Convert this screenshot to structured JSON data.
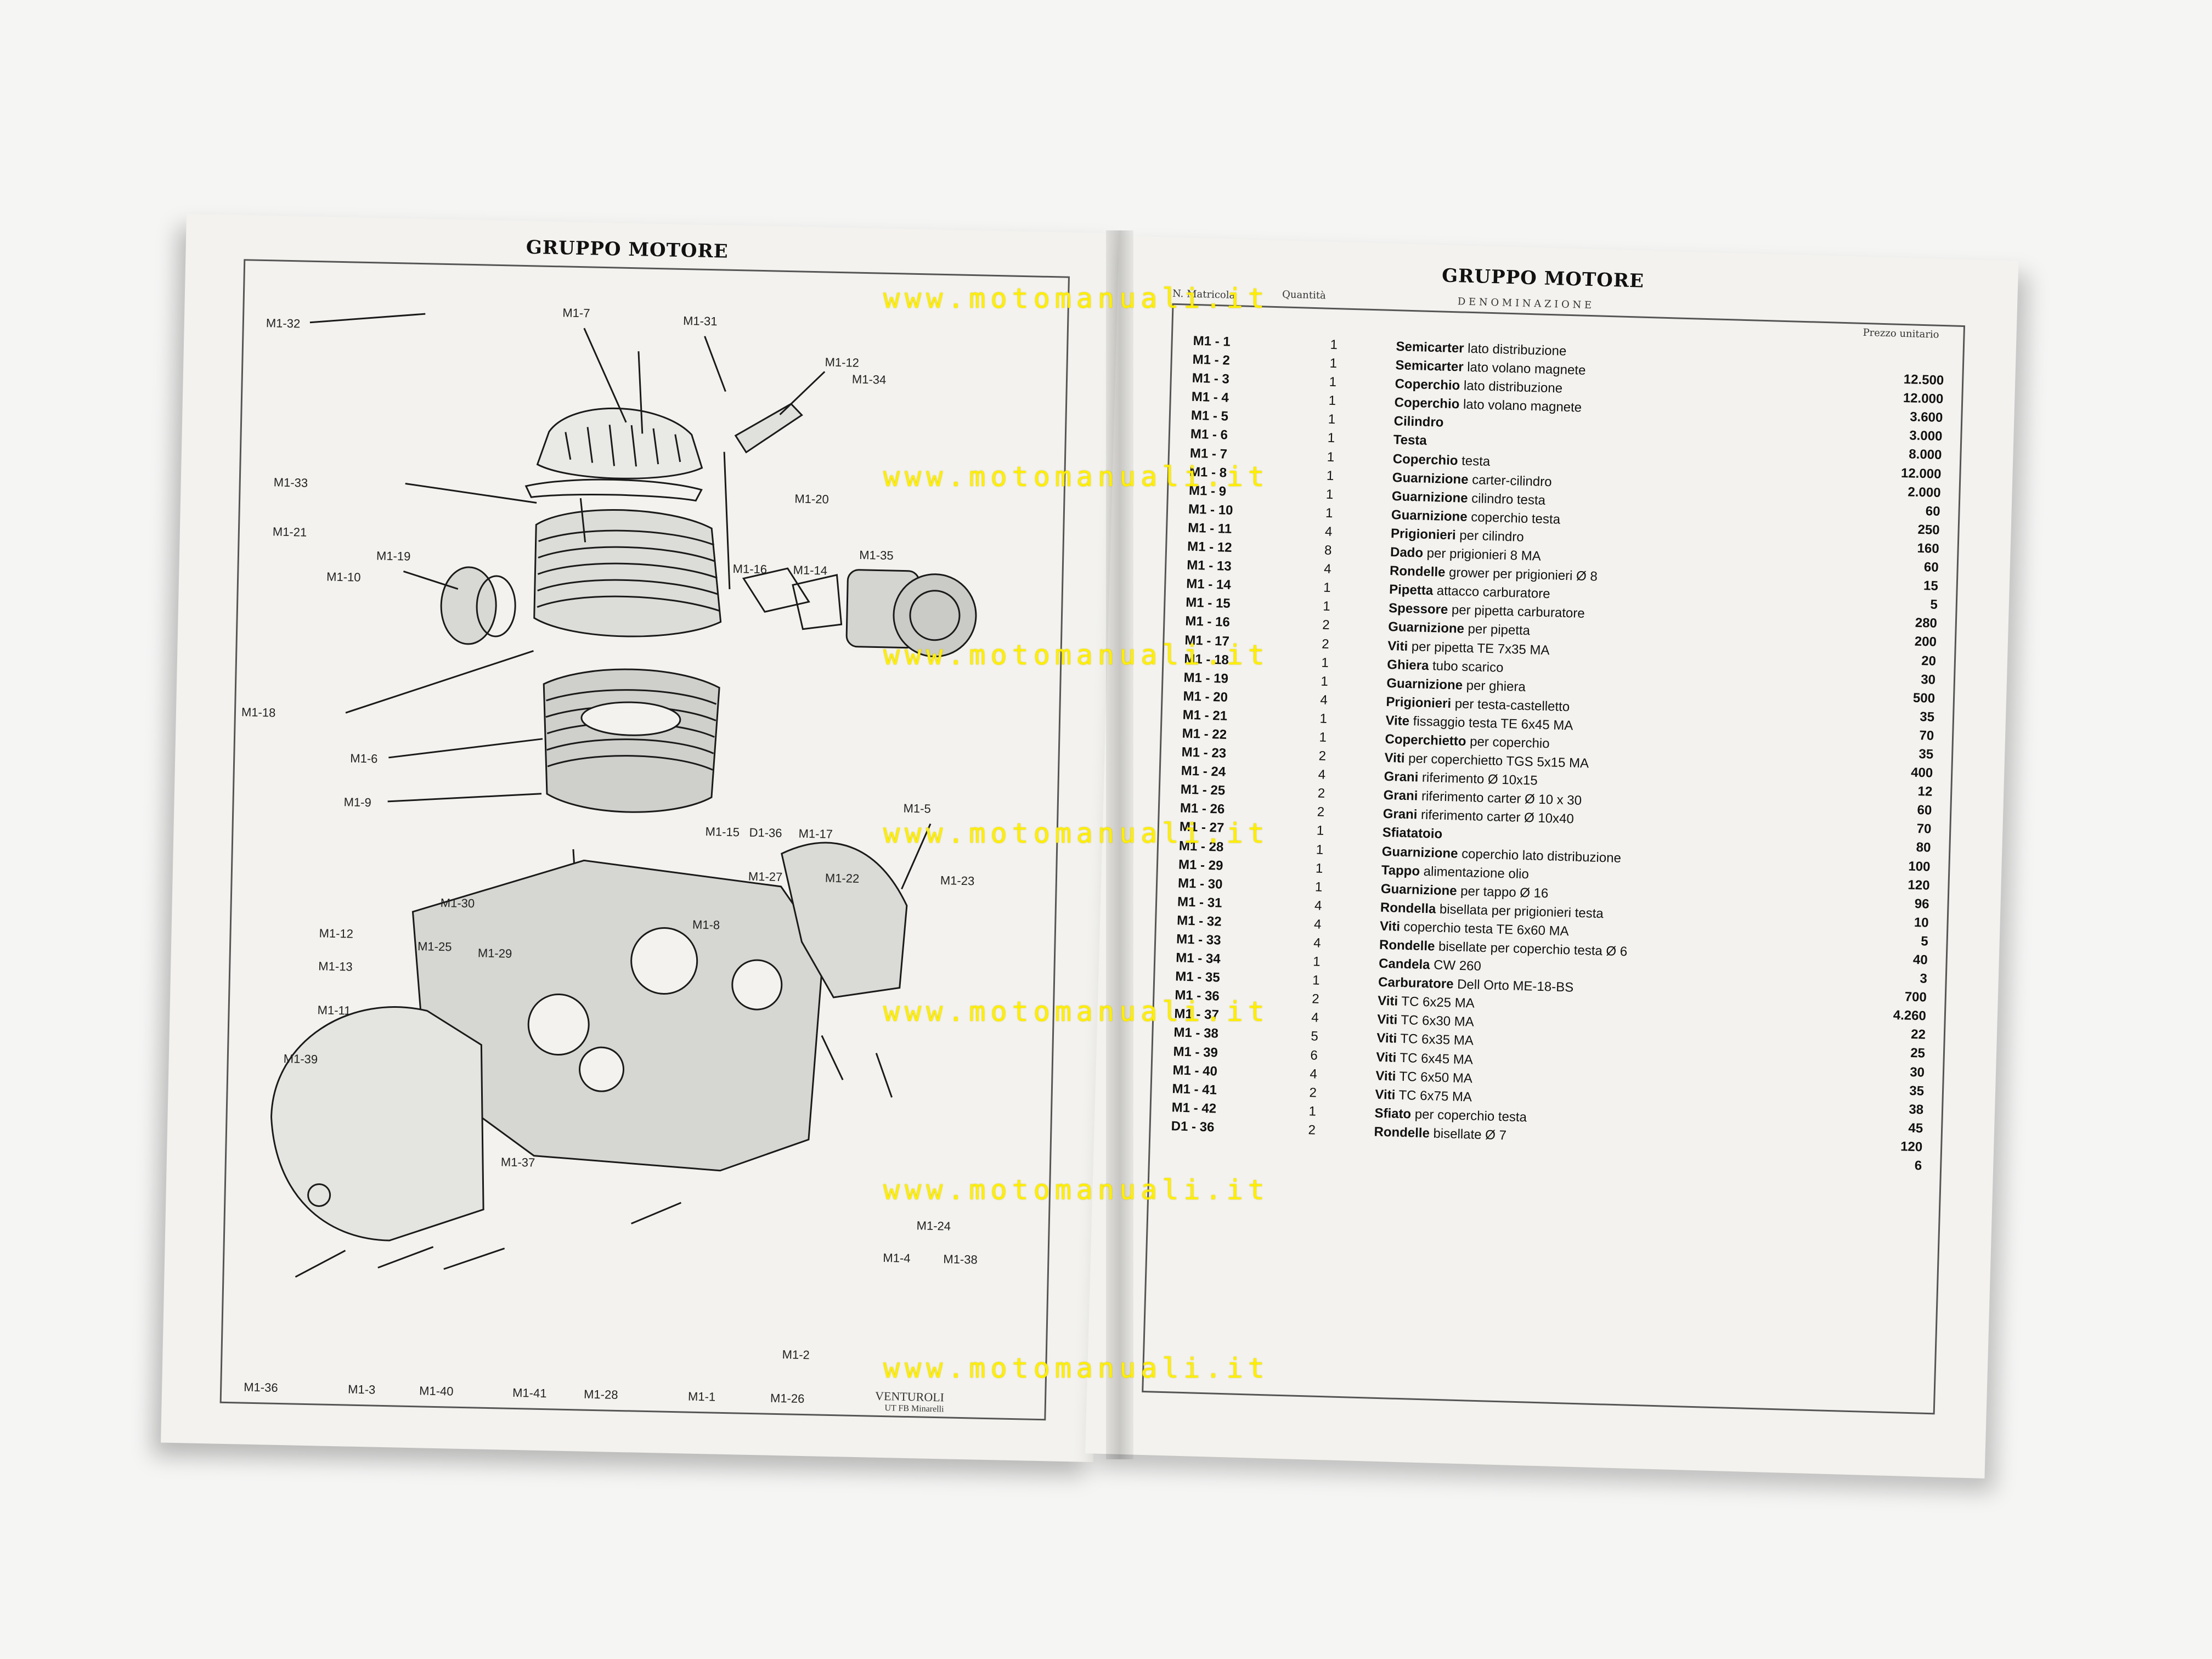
{
  "left_page": {
    "title": "GRUPPO MOTORE",
    "signature_line1": "VENTUROLI",
    "signature_line2": "UT FB Minarelli",
    "callouts": [
      "M1-32",
      "M1-7",
      "M1-31",
      "M1-12",
      "M1-34",
      "M1-33",
      "M1-21",
      "M1-20",
      "M1-10",
      "M1-19",
      "M1-16",
      "M1-14",
      "M1-35",
      "M1-18",
      "M1-6",
      "M1-9",
      "M1-15",
      "D1-36",
      "M1-17",
      "M1-5",
      "M1-27",
      "M1-22",
      "M1-23",
      "M1-8",
      "M1-12",
      "M1-30",
      "M1-13",
      "M1-25",
      "M1-29",
      "M1-11",
      "M1-39",
      "M1-37",
      "M1-24",
      "M1-4",
      "M1-38",
      "M1-2",
      "M1-36",
      "M1-3",
      "M1-40",
      "M1-41",
      "M1-28",
      "M1-1",
      "M1-26"
    ]
  },
  "right_page": {
    "title": "GRUPPO MOTORE",
    "header_code": "N. Matricola",
    "header_qty": "Quantità",
    "header_name": "D E N O M I N A Z I O N E",
    "header_price": "Prezzo unitario",
    "rows": [
      {
        "code": "M1 - 1",
        "qty": "1",
        "bold": "Semicarter",
        "rest": "lato distribuzione",
        "price": ""
      },
      {
        "code": "M1 - 2",
        "qty": "1",
        "bold": "Semicarter",
        "rest": "lato volano magnete",
        "price": "12.500"
      },
      {
        "code": "M1 - 3",
        "qty": "1",
        "bold": "Coperchio",
        "rest": "lato distribuzione",
        "price": "12.000"
      },
      {
        "code": "M1 - 4",
        "qty": "1",
        "bold": "Coperchio",
        "rest": "lato volano magnete",
        "price": "3.600"
      },
      {
        "code": "M1 - 5",
        "qty": "1",
        "bold": "Cilindro",
        "rest": "",
        "price": "3.000"
      },
      {
        "code": "M1 - 6",
        "qty": "1",
        "bold": "Testa",
        "rest": "",
        "price": "8.000"
      },
      {
        "code": "M1 - 7",
        "qty": "1",
        "bold": "Coperchio",
        "rest": "testa",
        "price": "12.000"
      },
      {
        "code": "M1 - 8",
        "qty": "1",
        "bold": "Guarnizione",
        "rest": "carter-cilindro",
        "price": "2.000"
      },
      {
        "code": "M1 - 9",
        "qty": "1",
        "bold": "Guarnizione",
        "rest": "cilindro testa",
        "price": "60"
      },
      {
        "code": "M1 - 10",
        "qty": "1",
        "bold": "Guarnizione",
        "rest": "coperchio testa",
        "price": "250"
      },
      {
        "code": "M1 - 11",
        "qty": "4",
        "bold": "Prigionieri",
        "rest": "per cilindro",
        "price": "160"
      },
      {
        "code": "M1 - 12",
        "qty": "8",
        "bold": "Dado",
        "rest": "per prigionieri 8 MA",
        "price": "60"
      },
      {
        "code": "M1 - 13",
        "qty": "4",
        "bold": "Rondelle",
        "rest": "grower per prigionieri Ø 8",
        "price": "15"
      },
      {
        "code": "M1 - 14",
        "qty": "1",
        "bold": "Pipetta",
        "rest": "attacco carburatore",
        "price": "5"
      },
      {
        "code": "M1 - 15",
        "qty": "1",
        "bold": "Spessore",
        "rest": "per pipetta carburatore",
        "price": "280"
      },
      {
        "code": "M1 - 16",
        "qty": "2",
        "bold": "Guarnizione",
        "rest": "per pipetta",
        "price": "200"
      },
      {
        "code": "M1 - 17",
        "qty": "2",
        "bold": "Viti",
        "rest": "per pipetta TE 7x35 MA",
        "price": "20"
      },
      {
        "code": "M1 - 18",
        "qty": "1",
        "bold": "Ghiera",
        "rest": "tubo scarico",
        "price": "30"
      },
      {
        "code": "M1 - 19",
        "qty": "1",
        "bold": "Guarnizione",
        "rest": "per ghiera",
        "price": "500"
      },
      {
        "code": "M1 - 20",
        "qty": "4",
        "bold": "Prigionieri",
        "rest": "per testa-castelletto",
        "price": "35"
      },
      {
        "code": "M1 - 21",
        "qty": "1",
        "bold": "Vite",
        "rest": "fissaggio testa TE 6x45 MA",
        "price": "70"
      },
      {
        "code": "M1 - 22",
        "qty": "1",
        "bold": "Coperchietto",
        "rest": "per coperchio",
        "price": "35"
      },
      {
        "code": "M1 - 23",
        "qty": "2",
        "bold": "Viti",
        "rest": "per coperchietto TGS 5x15 MA",
        "price": "400"
      },
      {
        "code": "M1 - 24",
        "qty": "4",
        "bold": "Grani",
        "rest": "riferimento Ø 10x15",
        "price": "12"
      },
      {
        "code": "M1 - 25",
        "qty": "2",
        "bold": "Grani",
        "rest": "riferimento carter Ø 10 x 30",
        "price": "60"
      },
      {
        "code": "M1 - 26",
        "qty": "2",
        "bold": "Grani",
        "rest": "riferimento carter Ø 10x40",
        "price": "70"
      },
      {
        "code": "M1 - 27",
        "qty": "1",
        "bold": "Sfiatatoio",
        "rest": "",
        "price": "80"
      },
      {
        "code": "M1 - 28",
        "qty": "1",
        "bold": "Guarnizione",
        "rest": "coperchio lato distribuzione",
        "price": "100"
      },
      {
        "code": "M1 - 29",
        "qty": "1",
        "bold": "Tappo",
        "rest": "alimentazione olio",
        "price": "120"
      },
      {
        "code": "M1 - 30",
        "qty": "1",
        "bold": "Guarnizione",
        "rest": "per tappo Ø 16",
        "price": "96"
      },
      {
        "code": "M1 - 31",
        "qty": "4",
        "bold": "Rondella",
        "rest": "bisellata per prigionieri testa",
        "price": "10"
      },
      {
        "code": "M1 - 32",
        "qty": "4",
        "bold": "Viti",
        "rest": "coperchio testa TE 6x60 MA",
        "price": "5"
      },
      {
        "code": "M1 - 33",
        "qty": "4",
        "bold": "Rondelle",
        "rest": "bisellate per coperchio testa Ø 6",
        "price": "40"
      },
      {
        "code": "M1 - 34",
        "qty": "1",
        "bold": "Candela",
        "rest": "CW 260",
        "price": "3"
      },
      {
        "code": "M1 - 35",
        "qty": "1",
        "bold": "Carburatore",
        "rest": "Dell Orto ME-18-BS",
        "price": "700"
      },
      {
        "code": "M1 - 36",
        "qty": "2",
        "bold": "Viti",
        "rest": "TC 6x25 MA",
        "price": "4.260"
      },
      {
        "code": "M1 - 37",
        "qty": "4",
        "bold": "Viti",
        "rest": "TC 6x30 MA",
        "price": "22"
      },
      {
        "code": "M1 - 38",
        "qty": "5",
        "bold": "Viti",
        "rest": "TC 6x35 MA",
        "price": "25"
      },
      {
        "code": "M1 - 39",
        "qty": "6",
        "bold": "Viti",
        "rest": "TC 6x45 MA",
        "price": "30"
      },
      {
        "code": "M1 - 40",
        "qty": "4",
        "bold": "Viti",
        "rest": "TC 6x50 MA",
        "price": "35"
      },
      {
        "code": "M1 - 41",
        "qty": "2",
        "bold": "Viti",
        "rest": "TC 6x75 MA",
        "price": "38"
      },
      {
        "code": "M1 - 42",
        "qty": "1",
        "bold": "Sfiato",
        "rest": "per coperchio testa",
        "price": "45"
      },
      {
        "code": "D1 - 36",
        "qty": "2",
        "bold": "Rondelle",
        "rest": "bisellate Ø 7",
        "price": "120"
      },
      {
        "code": "",
        "qty": "",
        "bold": "",
        "rest": "",
        "price": "6"
      }
    ]
  },
  "watermark": "www.motomanuali.it"
}
